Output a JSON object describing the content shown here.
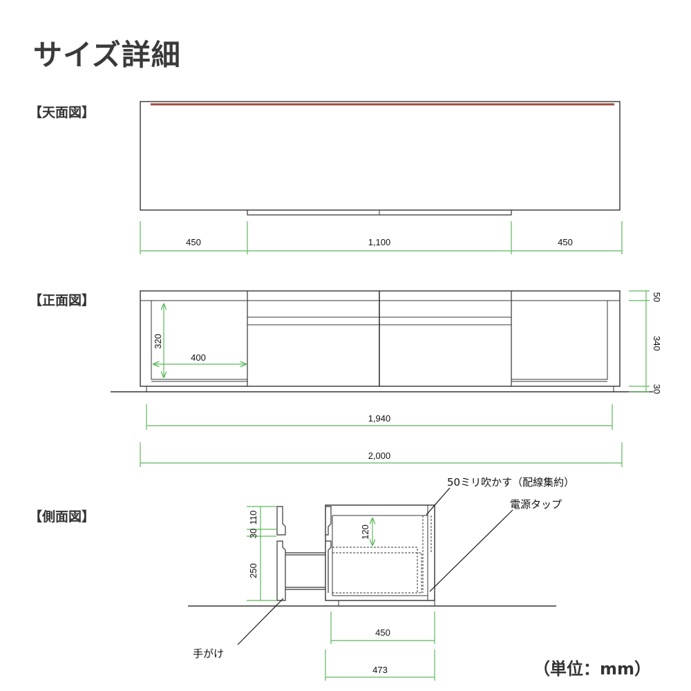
{
  "title": "サイズ詳細",
  "views": {
    "top": {
      "label": "【天面図】",
      "dims": [
        "450",
        "1,100",
        "450"
      ]
    },
    "front": {
      "label": "【正面図】",
      "inner_height": "320",
      "inner_width": "400",
      "right_dims": [
        "50",
        "340",
        "30"
      ],
      "width_inner": "1,940",
      "width_total": "2,000"
    },
    "side": {
      "label": "【側面図】",
      "left_dims": [
        "110",
        "30",
        "250"
      ],
      "inner_height": "120",
      "depth_inner": "450",
      "depth_total": "473",
      "notes": {
        "vent": "50ミリ吹かす（配線集約）",
        "power_tap": "電源タップ",
        "handle": "手がけ"
      }
    }
  },
  "unit": "（単位：mm）",
  "colors": {
    "line": "#333333",
    "dimension": "#5cb85c",
    "top_edge": "#9b4a3c"
  }
}
